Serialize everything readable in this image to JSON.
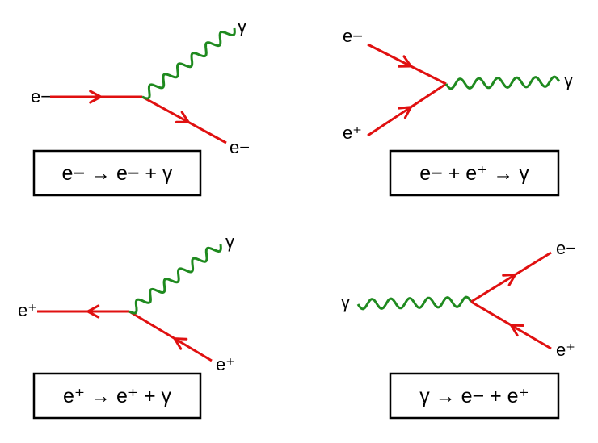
{
  "colors": {
    "fermion": "#e01010",
    "photon": "#1f8a1f",
    "text": "#000000",
    "box": "#000000"
  },
  "diagrams": [
    {
      "labels": [
        "e−",
        "γ",
        "e−"
      ],
      "equation": "e− → e− + γ"
    },
    {
      "labels": [
        "e−",
        "e⁺",
        "γ"
      ],
      "equation": "e− + e⁺ → γ"
    },
    {
      "labels": [
        "e⁺",
        "γ",
        "e⁺"
      ],
      "equation": "e⁺ → e⁺ + γ"
    },
    {
      "labels": [
        "γ",
        "e−",
        "e⁺"
      ],
      "equation": "γ → e− + e⁺"
    }
  ]
}
